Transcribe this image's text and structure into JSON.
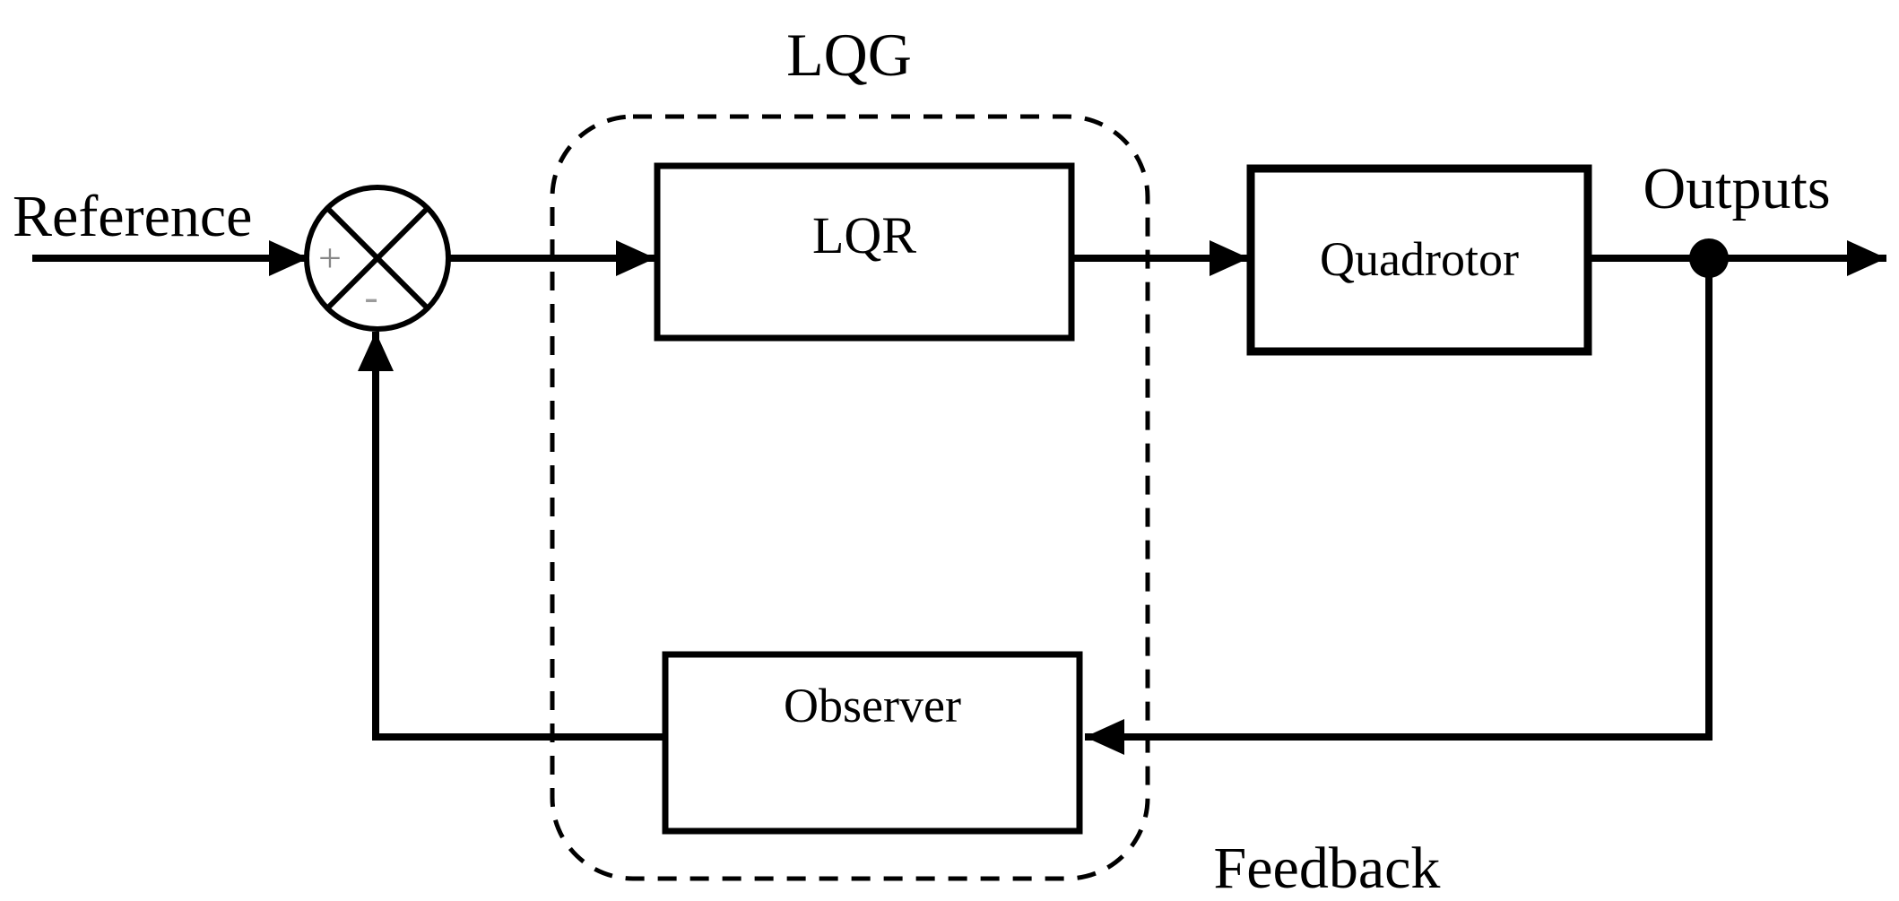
{
  "diagram": {
    "title": "LQG",
    "labels": {
      "reference": "Reference",
      "outputs": "Outputs",
      "feedback": "Feedback"
    },
    "blocks": {
      "lqr": "LQR",
      "quadrotor": "Quadrotor",
      "observer": "Observer"
    },
    "summing_junction": {
      "plus": "+",
      "minus": "-"
    },
    "colors": {
      "line": "#000000",
      "background": "#ffffff",
      "sign_gray": "#878787"
    }
  }
}
